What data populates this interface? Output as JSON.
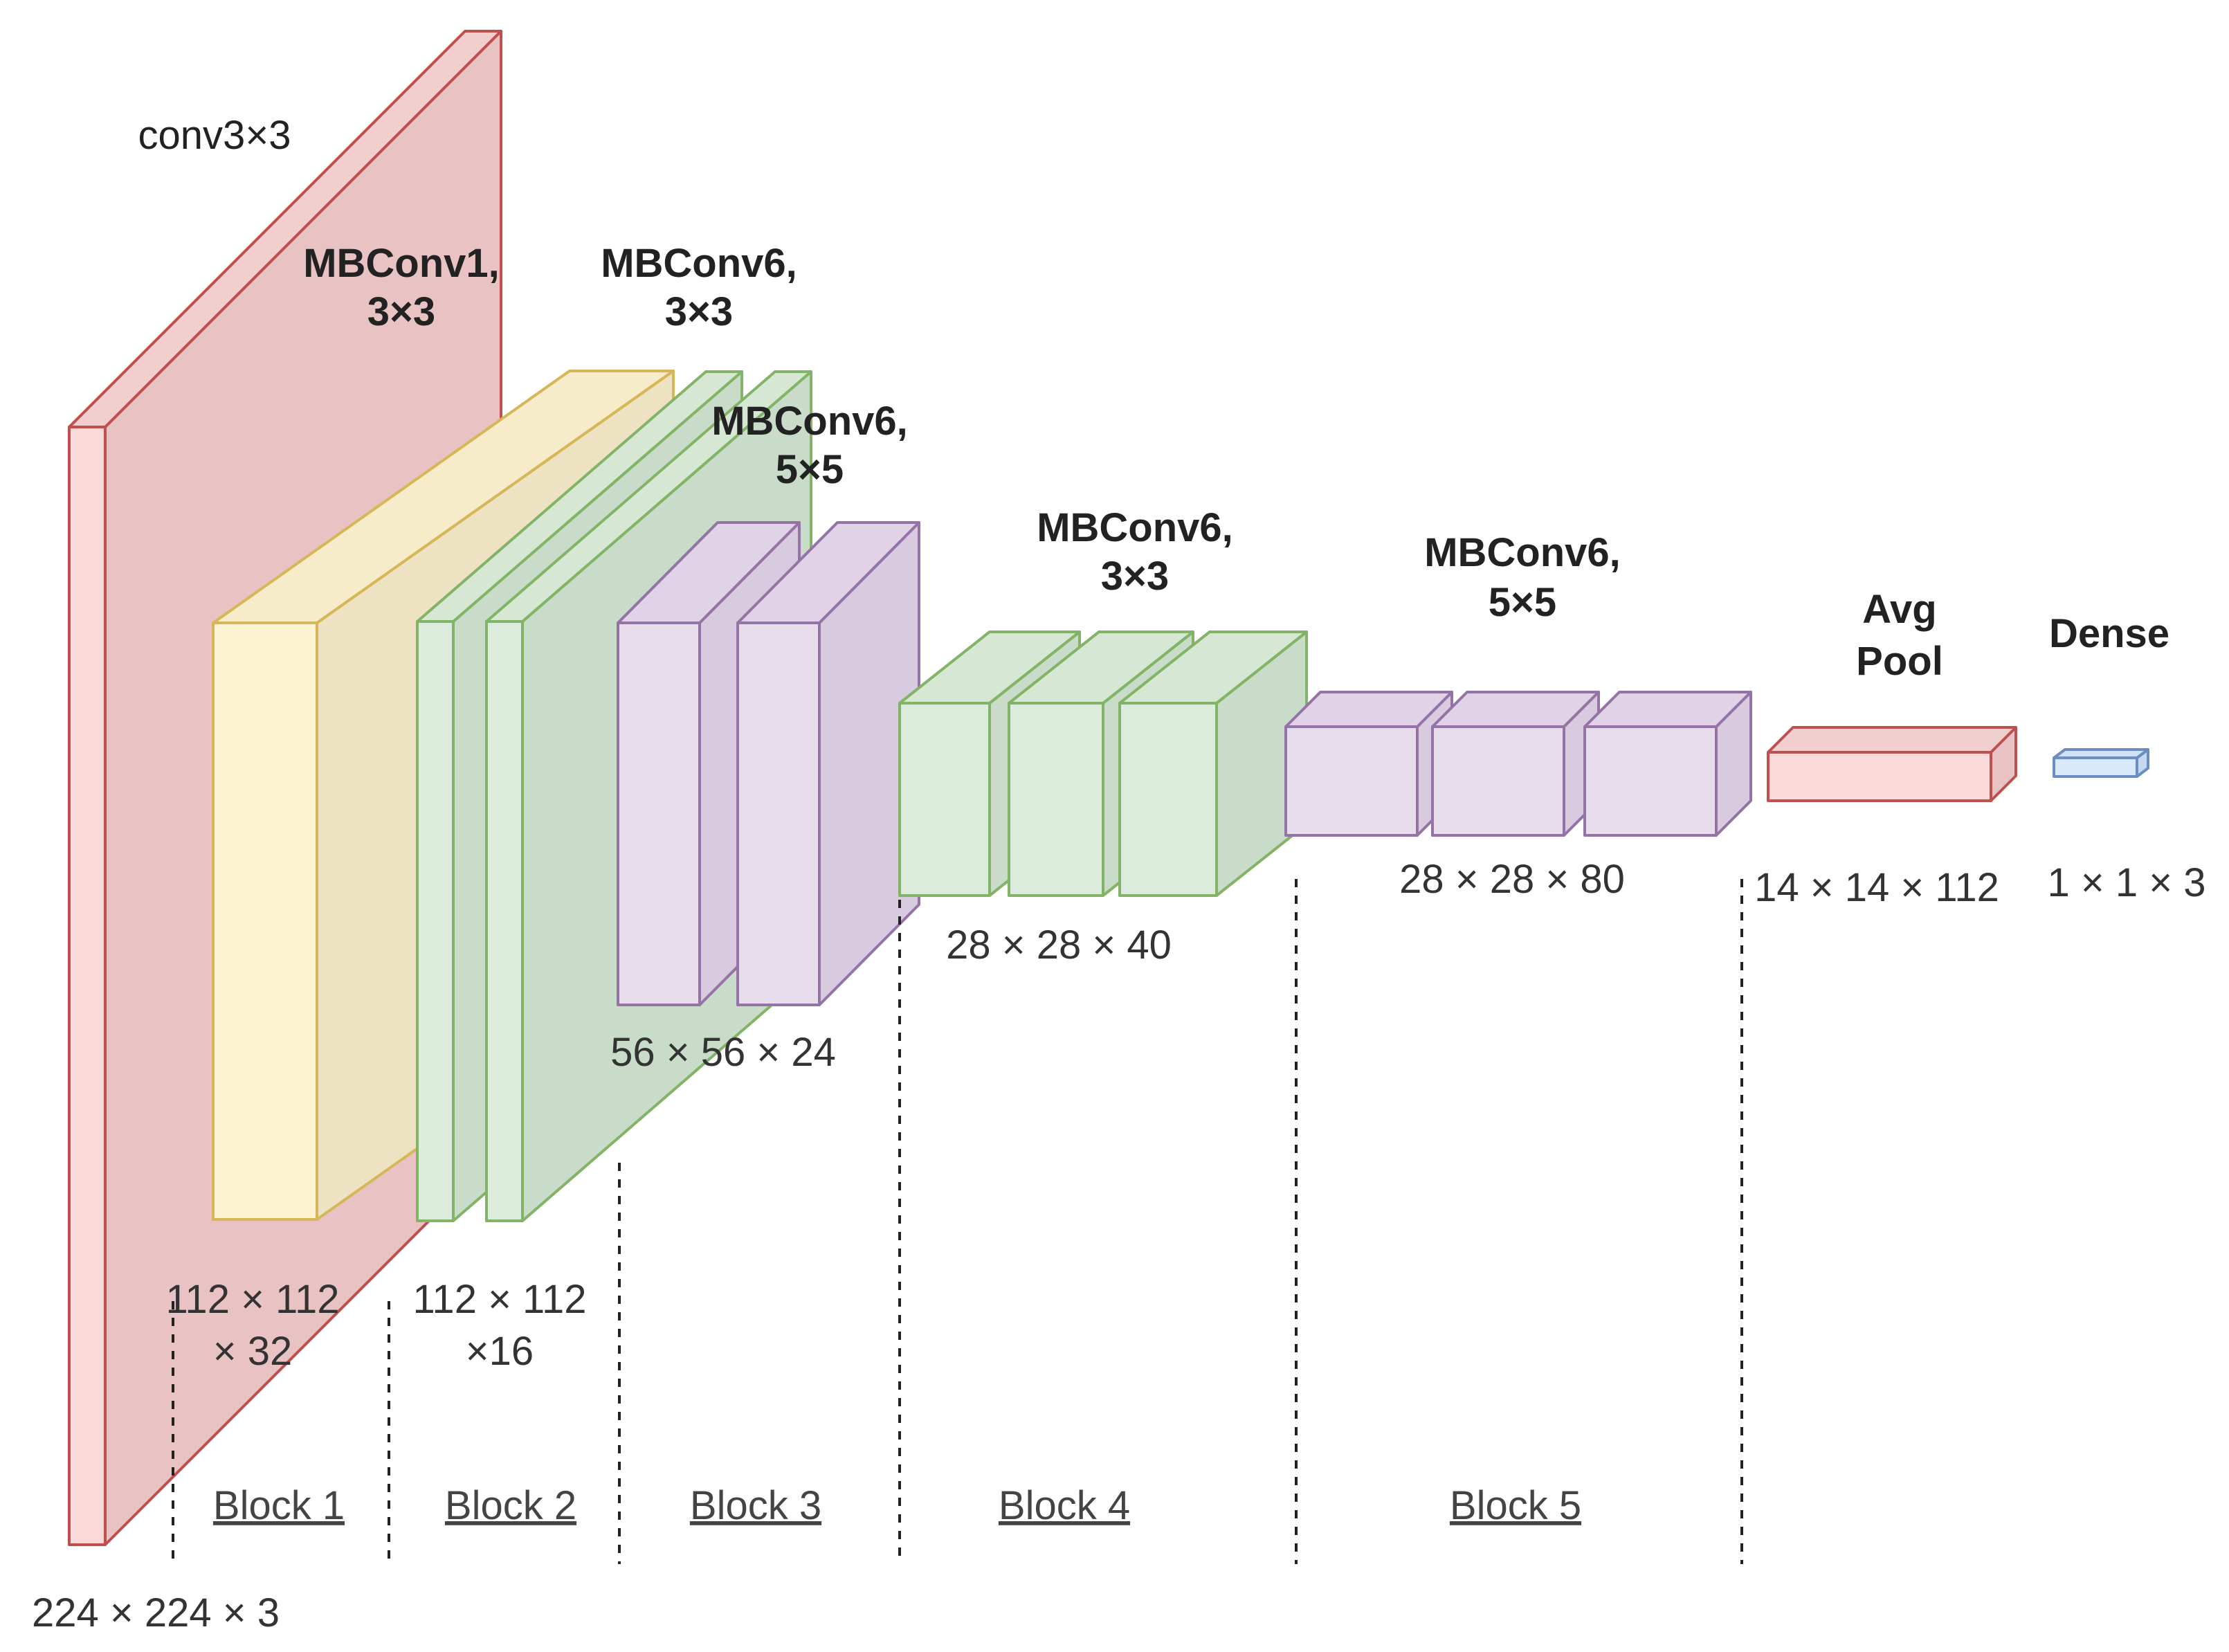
{
  "colors": {
    "red": {
      "front": "#f9d9d9",
      "side": "#e9c3c3",
      "top": "#f1cfcf",
      "stroke": "#c0504d"
    },
    "yellow": {
      "front": "#fdf3d3",
      "side": "#ede3c3",
      "top": "#f6ecca",
      "stroke": "#d6b656"
    },
    "green": {
      "front": "#dcecdc",
      "side": "#c9dcc9",
      "top": "#d6e8d3",
      "stroke": "#82b366"
    },
    "purple": {
      "front": "#e7ddec",
      "side": "#d8cbe0",
      "top": "#e0d3e8",
      "stroke": "#9673a6"
    },
    "blue": {
      "front": "#dae8fc",
      "side": "#c5d8f2",
      "top": "#d0e1f9",
      "stroke": "#6c8ebf"
    }
  },
  "layers": {
    "conv": {
      "title": "conv3×3",
      "dims": "224 × 224 × 3"
    },
    "block1": {
      "title_line1": "MBConv1,",
      "title_line2": "3×3",
      "dims_line1": "112 × 112",
      "dims_line2": "× 32"
    },
    "block2": {
      "title_line1": "MBConv6,",
      "title_line2": "3×3",
      "dims_line1": "112 × 112",
      "dims_line2": "×16"
    },
    "block3": {
      "title_line1": "MBConv6,",
      "title_line2": "5×5",
      "dims": "56 × 56 × 24"
    },
    "block4": {
      "title_line1": "MBConv6,",
      "title_line2": "3×3",
      "dims": "28 × 28 × 40"
    },
    "block5": {
      "title_line1": "MBConv6,",
      "title_line2": "5×5",
      "dims": "28 × 28 × 80"
    },
    "avgpool": {
      "title_line1": "Avg",
      "title_line2": "Pool",
      "dims": "14 × 14 × 112"
    },
    "dense": {
      "title": "Dense",
      "dims": "1 × 1 × 3"
    }
  },
  "blocks": [
    "Block 1",
    "Block 2",
    "Block 3",
    "Block 4",
    "Block 5"
  ]
}
